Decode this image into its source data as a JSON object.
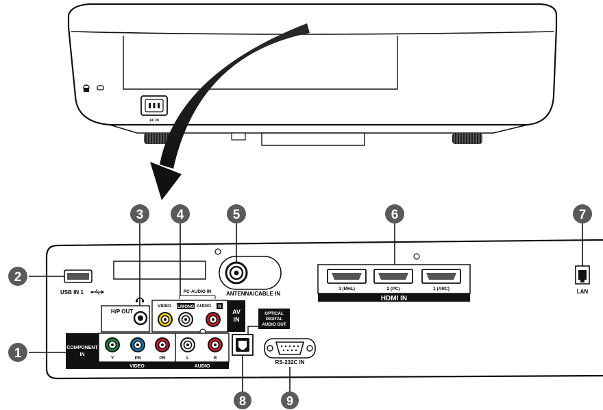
{
  "projector": {
    "ac_label": "AC IN"
  },
  "callouts": [
    {
      "num": "1"
    },
    {
      "num": "2"
    },
    {
      "num": "3"
    },
    {
      "num": "4"
    },
    {
      "num": "5"
    },
    {
      "num": "6"
    },
    {
      "num": "7"
    },
    {
      "num": "8"
    },
    {
      "num": "9"
    }
  ],
  "ports": {
    "usb": "USB IN 1",
    "hp_out": "H/P OUT",
    "pc_audio_in": "PC-AUDIO IN",
    "av_video": "VIDEO",
    "av_lmono": "L/MONO",
    "av_audio": "AUDIO",
    "av_r": "R",
    "av_in_1": "AV",
    "av_in_2": "IN",
    "antenna": "ANTENNA/CABLE IN",
    "hdmi_3": "3 (MHL)",
    "hdmi_2": "2 (PC)",
    "hdmi_1": "1 (ARC)",
    "hdmi_logo": "HDMI IN",
    "lan": "LAN",
    "component_1": "COMPONENT",
    "component_2": "IN",
    "comp_y": "Y",
    "comp_pb": "PB",
    "comp_pr": "PR",
    "comp_l": "L",
    "comp_r": "R",
    "comp_video": "VIDEO",
    "comp_audio": "AUDIO",
    "optical_1": "OPTICAL",
    "optical_2": "DIGITAL",
    "optical_3": "AUDIO OUT",
    "rs232": "RS-232C IN"
  },
  "colors": {
    "callout": "#5a5a5a",
    "green": "#1a8a3a",
    "blue": "#1f78b8",
    "red": "#d01a2a",
    "yellow": "#f2d400",
    "white_jack": "#e8e8e8"
  }
}
